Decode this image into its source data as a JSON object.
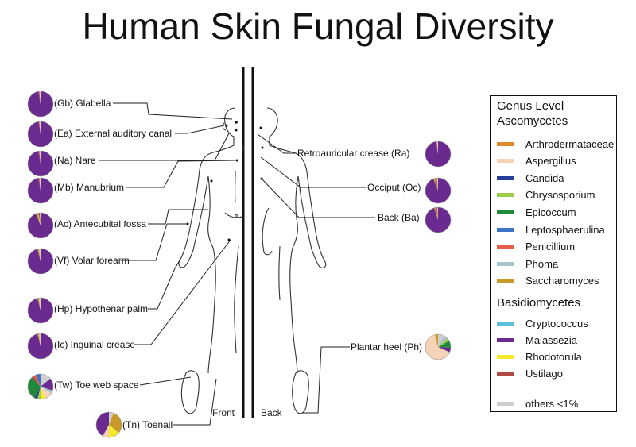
{
  "title": "Human Skin Fungal Diversity",
  "colors": {
    "Arthrodermataceae": "#e08a2c",
    "Aspergillus": "#f6d2b6",
    "Candida": "#243f9a",
    "Chrysosporium": "#9ccf48",
    "Epicoccum": "#1e8a3a",
    "Leptosphaerulina": "#3f73c6",
    "Penicillium": "#e5604a",
    "Phoma": "#a9c3cf",
    "Saccharomyces": "#c79a2a",
    "Cryptococcus": "#5bc0df",
    "Malassezia": "#6b2a8f",
    "Rhodotorula": "#f2ea2a",
    "Ustilago": "#b04a44",
    "others": "#cfcfcf"
  },
  "legend": {
    "title": "Genus Level",
    "groups": [
      {
        "name": "Ascomycetes",
        "items": [
          {
            "label": "Arthrodermataceae",
            "key": "Arthrodermataceae"
          },
          {
            "label": "Aspergillus",
            "key": "Aspergillus"
          },
          {
            "label": "Candida",
            "key": "Candida"
          },
          {
            "label": "Chrysosporium",
            "key": "Chrysosporium"
          },
          {
            "label": "Epicoccum",
            "key": "Epicoccum"
          },
          {
            "label": "Leptosphaerulina",
            "key": "Leptosphaerulina"
          },
          {
            "label": "Penicillium",
            "key": "Penicillium"
          },
          {
            "label": "Phoma",
            "key": "Phoma"
          },
          {
            "label": "Saccharomyces",
            "key": "Saccharomyces"
          }
        ]
      },
      {
        "name": "Basidiomycetes",
        "items": [
          {
            "label": "Cryptococcus",
            "key": "Cryptococcus"
          },
          {
            "label": "Malassezia",
            "key": "Malassezia"
          },
          {
            "label": "Rhodotorula",
            "key": "Rhodotorula"
          },
          {
            "label": "Ustilago",
            "key": "Ustilago"
          }
        ]
      }
    ],
    "others_label": "others <1%"
  },
  "views": {
    "front": "Front",
    "back": "Back"
  },
  "sites": [
    {
      "id": "gb",
      "label": "(Gb) Glabella",
      "side": "left",
      "composition": [
        [
          "Malassezia",
          97
        ],
        [
          "Ustilago",
          1.5
        ],
        [
          "others",
          1.5
        ]
      ]
    },
    {
      "id": "ea",
      "label": "(Ea) External auditory canal",
      "side": "left",
      "composition": [
        [
          "Malassezia",
          97
        ],
        [
          "Ustilago",
          1.5
        ],
        [
          "others",
          1.5
        ]
      ]
    },
    {
      "id": "na",
      "label": "(Na) Nare",
      "side": "left",
      "composition": [
        [
          "Malassezia",
          97
        ],
        [
          "Ustilago",
          1.5
        ],
        [
          "others",
          1.5
        ]
      ]
    },
    {
      "id": "mb",
      "label": "(Mb) Manubrium",
      "side": "left",
      "composition": [
        [
          "Malassezia",
          97
        ],
        [
          "Ustilago",
          1.5
        ],
        [
          "others",
          1.5
        ]
      ]
    },
    {
      "id": "ac",
      "label": "(Ac) Antecubital fossa",
      "side": "left",
      "composition": [
        [
          "Malassezia",
          94
        ],
        [
          "Saccharomyces",
          2
        ],
        [
          "Chrysosporium",
          1.5
        ],
        [
          "Ustilago",
          1.5
        ],
        [
          "others",
          1
        ]
      ]
    },
    {
      "id": "vf",
      "label": "(Vf) Volar forearm",
      "side": "left",
      "composition": [
        [
          "Malassezia",
          96
        ],
        [
          "Saccharomyces",
          2
        ],
        [
          "others",
          2
        ]
      ]
    },
    {
      "id": "hp",
      "label": "(Hp) Hypothenar palm",
      "side": "left",
      "composition": [
        [
          "Malassezia",
          96
        ],
        [
          "Saccharomyces",
          2
        ],
        [
          "others",
          2
        ]
      ]
    },
    {
      "id": "ic",
      "label": "(Ic) Inguinal crease",
      "side": "left",
      "composition": [
        [
          "Malassezia",
          96
        ],
        [
          "Saccharomyces",
          2
        ],
        [
          "others",
          2
        ]
      ]
    },
    {
      "id": "tw",
      "label": "(Tw) Toe web space",
      "side": "left",
      "composition": [
        [
          "others",
          14
        ],
        [
          "Malassezia",
          16
        ],
        [
          "Phoma",
          4
        ],
        [
          "Aspergillus",
          10
        ],
        [
          "Rhodotorula",
          6
        ],
        [
          "Chrysosporium",
          4
        ],
        [
          "Candida",
          4
        ],
        [
          "Epicoccum",
          30
        ],
        [
          "Ustilago",
          3
        ],
        [
          "Penicillium",
          3
        ],
        [
          "Leptosphaerulina",
          6
        ]
      ]
    },
    {
      "id": "tn",
      "label": "(Tn) Toenail",
      "side": "left",
      "composition": [
        [
          "others",
          6
        ],
        [
          "Saccharomyces",
          30
        ],
        [
          "Rhodotorula",
          14
        ],
        [
          "Aspergillus",
          8
        ],
        [
          "Malassezia",
          42
        ]
      ]
    },
    {
      "id": "ra",
      "label": "Retroauricular crease (Ra)",
      "side": "right",
      "composition": [
        [
          "Malassezia",
          97
        ],
        [
          "Ustilago",
          1.5
        ],
        [
          "others",
          1.5
        ]
      ]
    },
    {
      "id": "oc",
      "label": "Occiput (Oc)",
      "side": "right",
      "composition": [
        [
          "Malassezia",
          94
        ],
        [
          "Saccharomyces",
          2.5
        ],
        [
          "Ustilago",
          2
        ],
        [
          "others",
          1.5
        ]
      ]
    },
    {
      "id": "ba",
      "label": "Back (Ba)",
      "side": "right",
      "composition": [
        [
          "Malassezia",
          95
        ],
        [
          "Saccharomyces",
          2.5
        ],
        [
          "Ustilago",
          1.5
        ],
        [
          "others",
          1
        ]
      ]
    },
    {
      "id": "ph",
      "label": "Plantar heel (Ph)",
      "side": "right",
      "composition": [
        [
          "others",
          8
        ],
        [
          "Phoma",
          5
        ],
        [
          "Chrysosporium",
          4
        ],
        [
          "Epicoccum",
          9
        ],
        [
          "Malassezia",
          6
        ],
        [
          "Aspergillus",
          64
        ],
        [
          "Saccharomyces",
          4
        ]
      ]
    }
  ]
}
